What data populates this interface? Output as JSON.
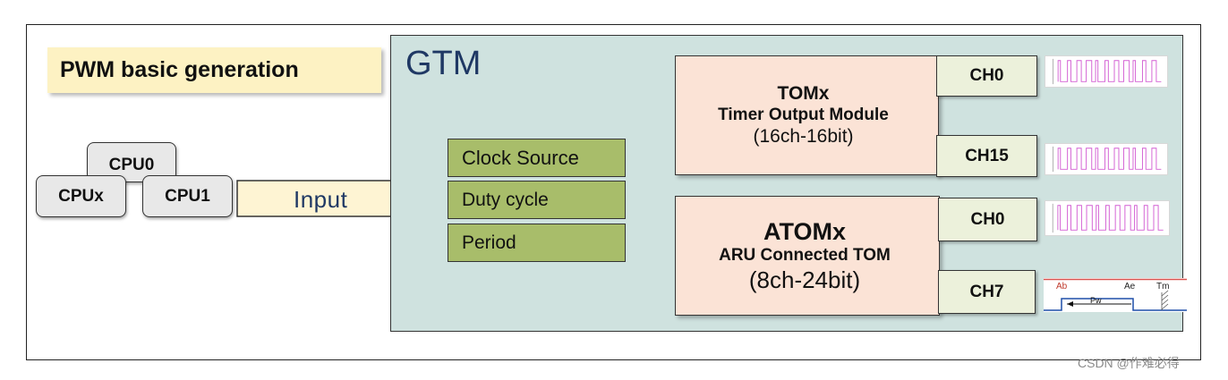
{
  "title": "PWM basic generation",
  "cpus": {
    "cpu0": "CPU0",
    "cpux": "CPUx",
    "cpu1": "CPU1"
  },
  "input_label": "Input",
  "gtm": {
    "label": "GTM",
    "parameters": [
      "Clock Source",
      "Duty cycle",
      "Period"
    ]
  },
  "tom": {
    "name": "TOMx",
    "description": "Timer Output Module",
    "spec": "(16ch-16bit)",
    "channels": [
      "CH0",
      "CH15"
    ]
  },
  "atom": {
    "name": "ATOMx",
    "description": "ARU Connected TOM",
    "spec": "(8ch-24bit)",
    "channels": [
      "CH0",
      "CH7"
    ]
  },
  "ch7_timing": {
    "ab": "Ab",
    "ae": "Ae",
    "tm": "Tm",
    "pw": "Pw"
  },
  "watermark": "CSDN @作难必得",
  "colors": {
    "title_bg": "#fdf2c3",
    "gtm_bg": "#cfe2df",
    "param_bg": "#a8bd6a",
    "module_bg": "#fbe3d6",
    "channel_bg": "#ecf1db",
    "arrow_fill": "#fef4d3",
    "text_blue": "#1f3864",
    "pwm_wave": "#d35fd3"
  }
}
